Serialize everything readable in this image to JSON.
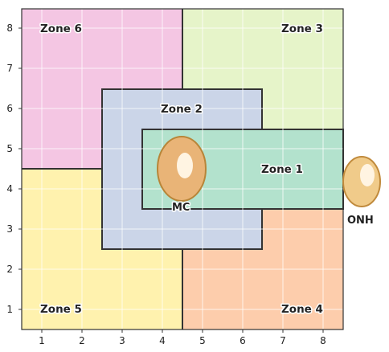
{
  "diagram": {
    "x_ticks": [
      "1",
      "2",
      "3",
      "4",
      "5",
      "6",
      "7",
      "8"
    ],
    "y_ticks": [
      "1",
      "2",
      "3",
      "4",
      "5",
      "6",
      "7",
      "8"
    ],
    "zones": [
      {
        "name": "Zone 6",
        "color": "#f4c6e3"
      },
      {
        "name": "Zone 3",
        "color": "#e6f4c9"
      },
      {
        "name": "Zone 5",
        "color": "#fff2ae"
      },
      {
        "name": "Zone 4",
        "color": "#fdcdac"
      },
      {
        "name": "Zone 2",
        "color": "#cbd5e8"
      },
      {
        "name": "Zone 1",
        "color": "#b3e2cd"
      }
    ],
    "markers": [
      {
        "name": "MC",
        "fill": "#e9b477",
        "stroke": "#b88538"
      },
      {
        "name": "ONH",
        "fill": "#f0cb8a",
        "stroke": "#c08a3c"
      }
    ]
  }
}
